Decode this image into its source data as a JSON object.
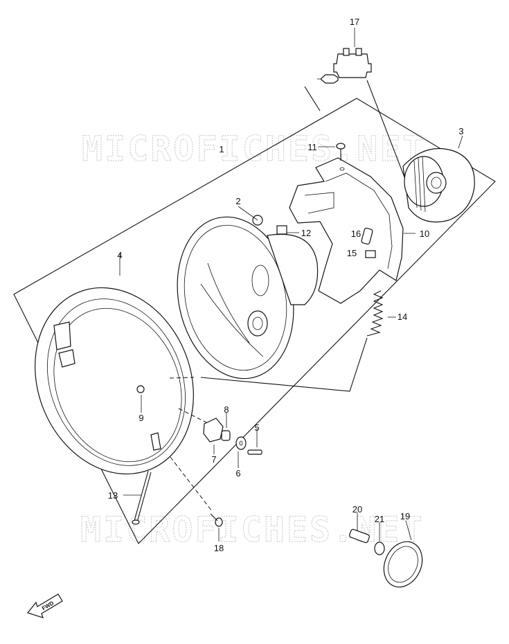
{
  "watermark": {
    "top": "MICROFICHES.NET",
    "bottom": "MICROFICHES.NET"
  },
  "fwd_label": "FWD",
  "callouts": {
    "c1": "1",
    "c2": "2",
    "c3": "3",
    "c4": "4",
    "c5": "5",
    "c6": "6",
    "c7": "7",
    "c8": "8",
    "c9": "9",
    "c10": "10",
    "c11": "11",
    "c12": "12",
    "c13": "13",
    "c14": "14",
    "c15": "15",
    "c16": "16",
    "c17": "17",
    "c18": "18",
    "c19": "19",
    "c20": "20",
    "c21": "21"
  }
}
